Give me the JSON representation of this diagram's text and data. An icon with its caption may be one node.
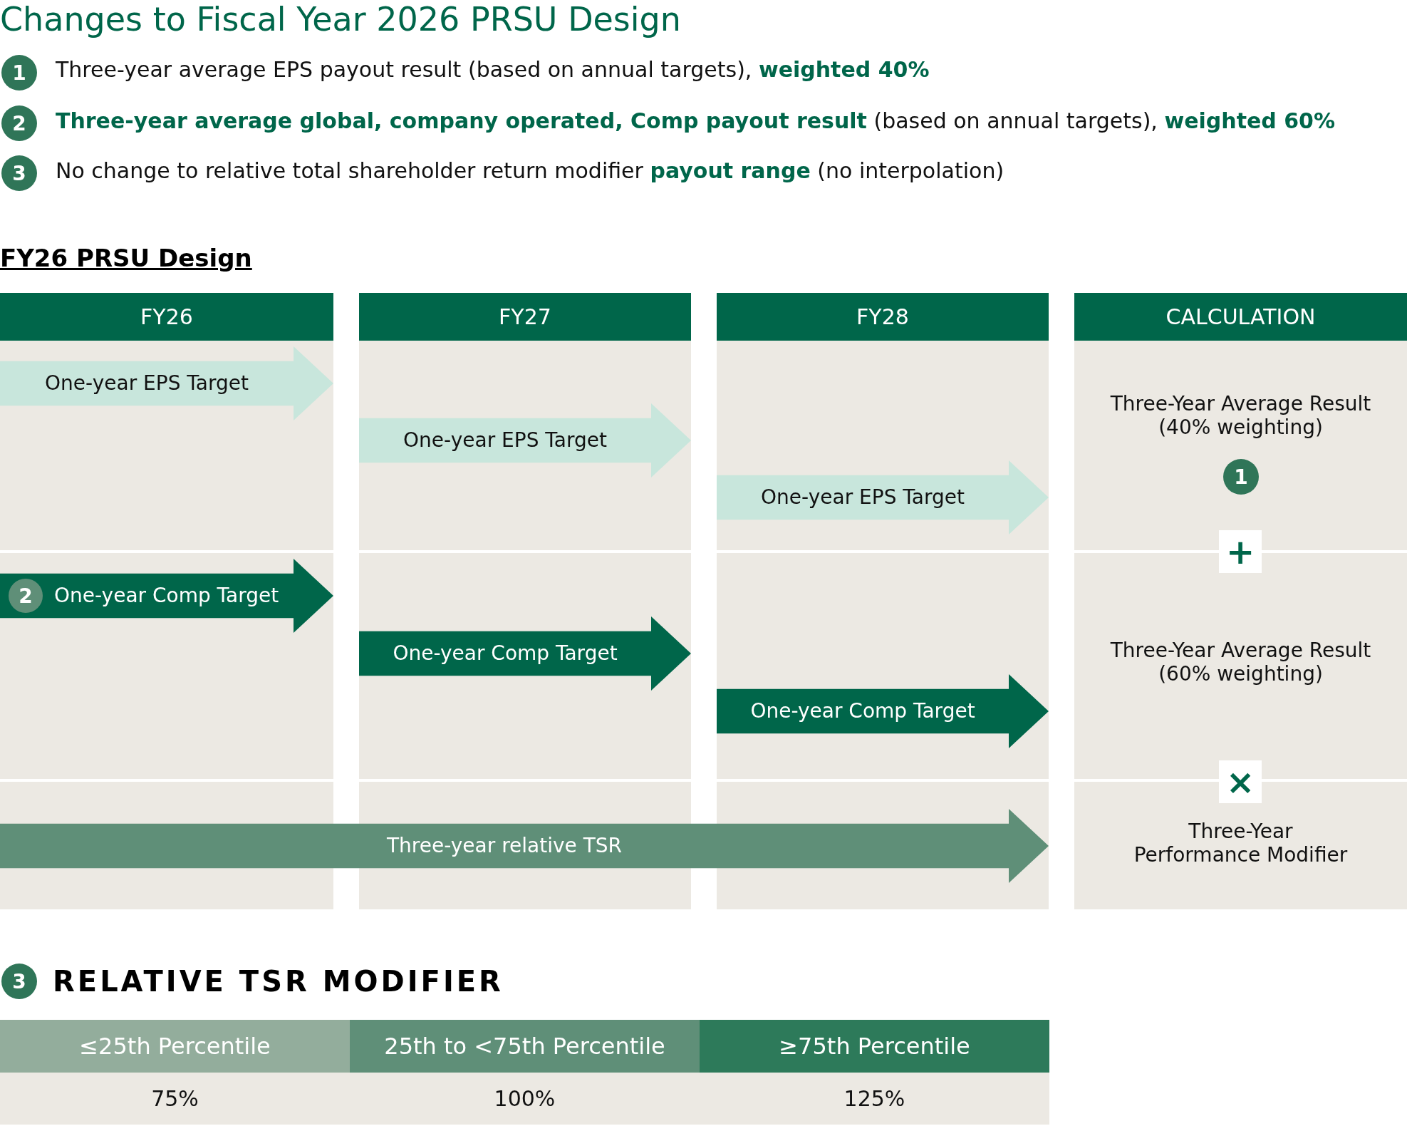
{
  "diagram": {
    "title": "Changes to Fiscal Year 2026 PRSU Design",
    "nodes": [
      {
        "text": [
          "FY26"
        ]
      },
      {
        "text": [
          "FY27"
        ]
      },
      {
        "text": [
          "FY28"
        ]
      },
      {
        "text": [
          "CALCULATION"
        ]
      },
      {
        "text": [
          "One-year EPS Target"
        ]
      },
      {
        "text": [
          "One-year EPS Target"
        ]
      },
      {
        "text": [
          "One-year EPS Target"
        ]
      },
      {
        "text": [
          "2",
          "One-year Comp Target"
        ]
      },
      {
        "text": [
          "One-year Comp Target"
        ]
      },
      {
        "text": [
          "One-year Comp Target"
        ]
      },
      {
        "text": [
          "Three-year relative TSR"
        ]
      },
      {
        "text": [
          "Three-Year Average Result (40% weighting)"
        ]
      },
      {
        "text": [
          "Three-Year Average Result (60% weighting)"
        ]
      },
      {
        "text": [
          "Three-Year Performance Modifier"
        ]
      }
    ],
    "edges": [],
    "labels": [
      "1",
      "Three-year average EPS payout result (based on annual targets), **weighted 40%**",
      "2",
      "**Three-year average global, company operated, Comp payout result** (based on annual targets), **weighted 60%**",
      "3",
      "No change to relative total shareholder return modifier **payout range** (no interpolation)",
      "FY26 PRSU Design",
      "1",
      "+",
      "×",
      "3",
      "RELATIVE TSR MODIFIER",
      "≤25th Percentile",
      "25th to <75th Percentile",
      "≥75th Percentile",
      "75%",
      "100%",
      "125%"
    ]
  }
}
